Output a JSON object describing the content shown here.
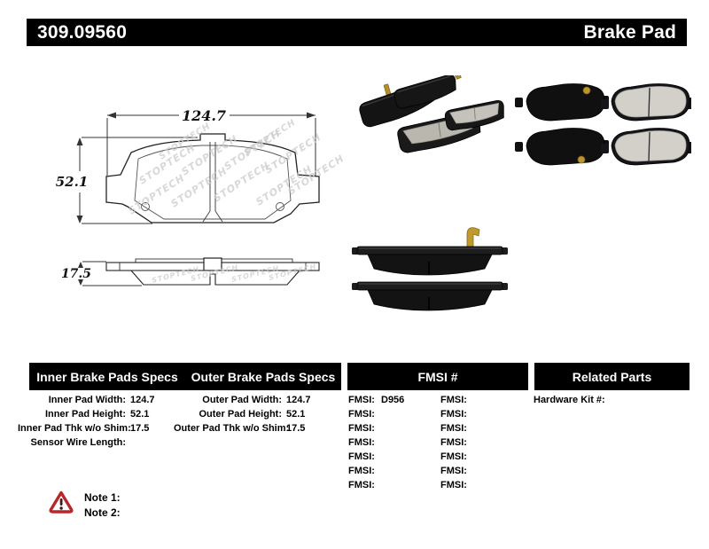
{
  "header": {
    "part_number": "309.09560",
    "product_name": "Brake Pad"
  },
  "drawing": {
    "watermark": "STOPTECH",
    "width_label": "124.7",
    "height_label": "52.1",
    "thickness_label": "17.5"
  },
  "table": {
    "specs_header_inner": "Inner Brake Pads Specs",
    "specs_header_outer": "Outer Brake Pads Specs",
    "fmsi_header": "FMSI #",
    "related_header": "Related Parts",
    "inner_rows": [
      {
        "label": "Inner Pad Width:",
        "value": "124.7"
      },
      {
        "label": "Inner Pad Height:",
        "value": "52.1"
      },
      {
        "label": "Inner Pad Thk w/o Shim:",
        "value": "17.5"
      },
      {
        "label": "Sensor Wire Length:",
        "value": ""
      }
    ],
    "outer_rows": [
      {
        "label": "Outer Pad Width:",
        "value": "124.7"
      },
      {
        "label": "Outer Pad Height:",
        "value": "52.1"
      },
      {
        "label": "Outer Pad Thk w/o Shim:",
        "value": "17.5"
      }
    ],
    "fmsi_left_rows": [
      {
        "label": "FMSI:",
        "value": "D956"
      },
      {
        "label": "FMSI:",
        "value": ""
      },
      {
        "label": "FMSI:",
        "value": ""
      },
      {
        "label": "FMSI:",
        "value": ""
      },
      {
        "label": "FMSI:",
        "value": ""
      },
      {
        "label": "FMSI:",
        "value": ""
      },
      {
        "label": "FMSI:",
        "value": ""
      }
    ],
    "fmsi_right_rows": [
      {
        "label": "FMSI:",
        "value": ""
      },
      {
        "label": "FMSI:",
        "value": ""
      },
      {
        "label": "FMSI:",
        "value": ""
      },
      {
        "label": "FMSI:",
        "value": ""
      },
      {
        "label": "FMSI:",
        "value": ""
      },
      {
        "label": "FMSI:",
        "value": ""
      },
      {
        "label": "FMSI:",
        "value": ""
      }
    ],
    "related_rows": [
      {
        "label": "Hardware Kit #:",
        "value": ""
      }
    ]
  },
  "notes": {
    "items": [
      {
        "label": "Note 1:",
        "value": ""
      },
      {
        "label": "Note 2:",
        "value": ""
      }
    ]
  },
  "colors": {
    "header_bg": "#000000",
    "warning_red": "#b8272c",
    "pad_black": "#141414",
    "friction_gray": "#d2d0c9",
    "sensor_gold": "#bd9433",
    "watermark_gray": "#cbcbcb"
  }
}
